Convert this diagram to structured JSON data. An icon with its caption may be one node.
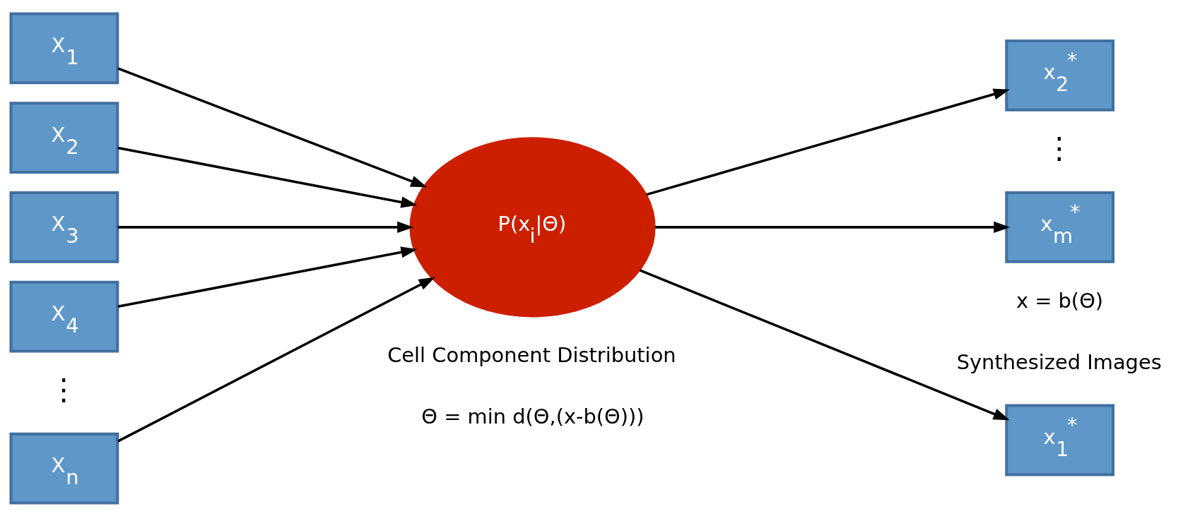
{
  "diagram": {
    "nodes": [
      {
        "text": [
          "X$_{1}$"
        ]
      },
      {
        "text": [
          "X$_{2}$"
        ]
      },
      {
        "text": [
          "X$_{3}$"
        ]
      },
      {
        "text": [
          "X$_{4}$"
        ]
      },
      {
        "text": [
          "X$_{n}$"
        ]
      },
      {
        "text": [
          "P(x$_{i}$|Θ)"
        ],
        "beside": [
          "Cell Component Distribution"
        ]
      },
      {
        "text": [
          "x$_{1}$$^{*}$"
        ]
      },
      {
        "text": [
          "x$_{2}$$^{*}$"
        ]
      },
      {
        "text": [
          "x$_{m}$$^{*}$"
        ]
      }
    ],
    "edges": [
      {
        "from": 0,
        "to": 5,
        "arrow": "to"
      },
      {
        "from": 1,
        "to": 5,
        "arrow": "to"
      },
      {
        "from": 2,
        "to": 5,
        "arrow": "to"
      },
      {
        "from": 3,
        "to": 5,
        "arrow": "to"
      },
      {
        "from": 4,
        "to": 5,
        "arrow": "to"
      },
      {
        "from": 5,
        "to": 6,
        "arrow": "to"
      },
      {
        "from": 5,
        "to": 7,
        "arrow": "to"
      },
      {
        "from": 5,
        "to": 8,
        "arrow": "to"
      }
    ],
    "labels": [
      "Synthesized Images",
      "⋮",
      "⋮",
      "Θ = min d(Θ,(x-b(Θ)))",
      "x = b(Θ)"
    ]
  }
}
